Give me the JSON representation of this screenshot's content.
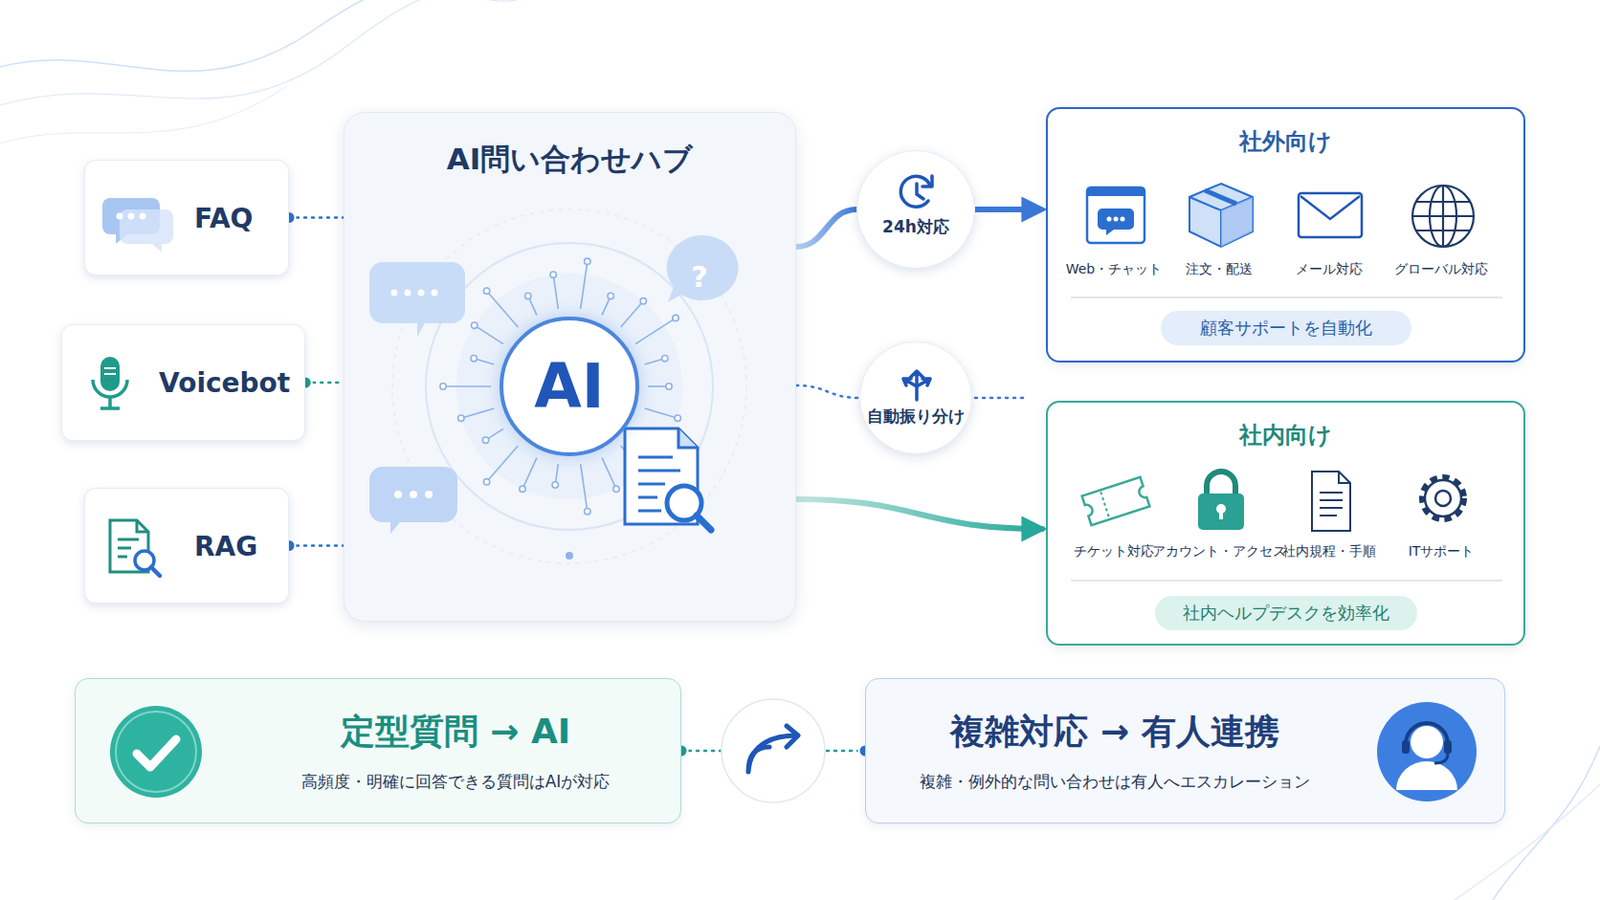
{
  "diagram": {
    "title": "AI問い合わせハブ",
    "nodes": [
      {
        "text": [
          "FAQ"
        ]
      },
      {
        "text": [
          "Voicebot"
        ]
      },
      {
        "text": [
          "RAG"
        ]
      },
      {
        "text": [
          "AI問い合わせハブ"
        ]
      },
      {
        "text": [
          "AI"
        ],
        "in": 3
      },
      {
        "text": [
          "24h対応"
        ]
      },
      {
        "text": [
          "自動振り分け"
        ]
      },
      {
        "text": [
          "社外向け"
        ]
      },
      {
        "text": [
          "顧客サポートを自動化"
        ],
        "in": 7
      },
      {
        "text": [
          "社内向け"
        ]
      },
      {
        "text": [
          "社内ヘルプデスクを効率化"
        ],
        "in": 9
      },
      {
        "text": [
          "定型質問 → AI",
          "高頻度・明確に回答できる質問はAIが対応"
        ]
      },
      {
        "text": [
          "複雑対応 → 有人連携",
          "複雑・例外的な問い合わせは有人へエスカレーション"
        ]
      }
    ],
    "edges": [
      {
        "from": 0,
        "to": 3,
        "arrow": "none"
      },
      {
        "from": 1,
        "to": 3,
        "arrow": "none"
      },
      {
        "from": 2,
        "to": 3,
        "arrow": "none"
      },
      {
        "from": 3,
        "to": 5,
        "arrow": "none"
      },
      {
        "from": 5,
        "to": 7,
        "arrow": "to"
      },
      {
        "from": 3,
        "to": 6,
        "arrow": "none"
      },
      {
        "from": 3,
        "to": 9,
        "arrow": "to"
      },
      {
        "from": 11,
        "to": 12,
        "arrow": "none"
      }
    ],
    "labels": [
      "?",
      "Web・チャット",
      "注文・配送",
      "メール対応",
      "グローバル対応",
      "チケット対応",
      "アカウント・アクセス",
      "社内規程・手順",
      "ITサポート"
    ]
  }
}
